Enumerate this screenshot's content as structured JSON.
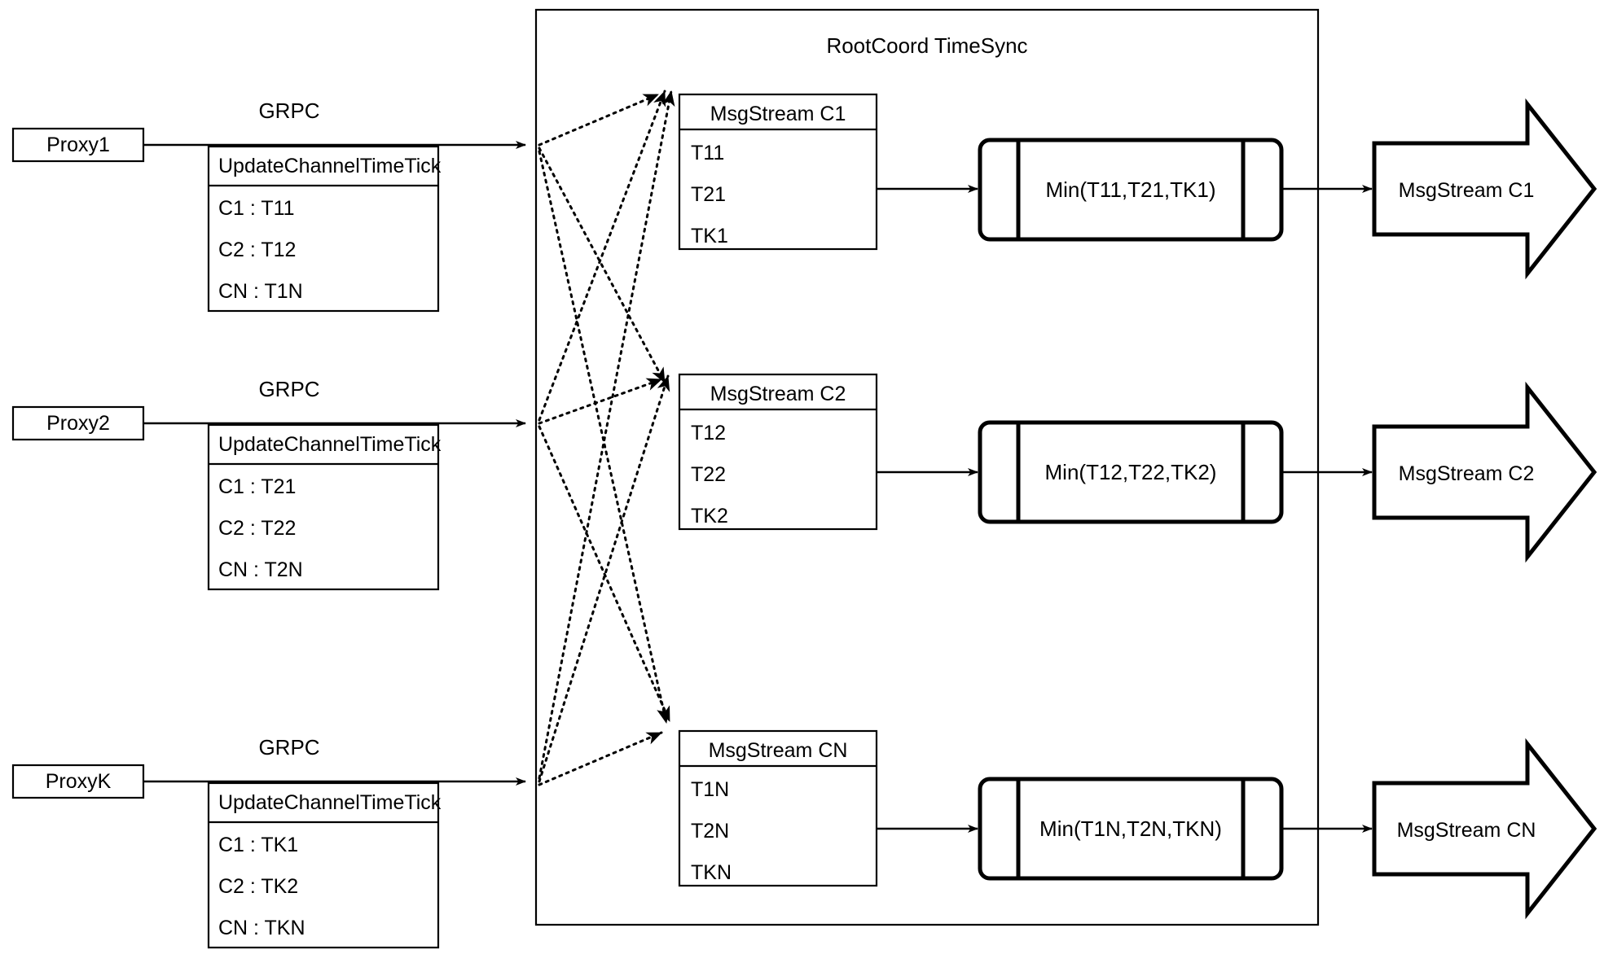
{
  "diagram": {
    "title": "RootCoord TimeSync",
    "container_label": "RootCoord TimeSync",
    "proxies": [
      {
        "name": "Proxy1",
        "link_label": "GRPC",
        "request": {
          "header": "UpdateChannelTimeTick",
          "rows": [
            "C1 :  T11",
            "C2 :  T12",
            "CN : T1N"
          ]
        }
      },
      {
        "name": "Proxy2",
        "link_label": "GRPC",
        "request": {
          "header": "UpdateChannelTimeTick",
          "rows": [
            "C1 :  T21",
            "C2 :  T22",
            "CN : T2N"
          ]
        }
      },
      {
        "name": "ProxyK",
        "link_label": "GRPC",
        "request": {
          "header": "UpdateChannelTimeTick",
          "rows": [
            "C1 :  TK1",
            "C2 :  TK2",
            "CN : TKN"
          ]
        }
      }
    ],
    "channels": [
      {
        "stream": {
          "header": "MsgStream C1",
          "rows": [
            "T11",
            "T21",
            "TK1"
          ]
        },
        "process": "Min(T11,T21,TK1)",
        "output": "MsgStream C1"
      },
      {
        "stream": {
          "header": "MsgStream C2",
          "rows": [
            "T12",
            "T22",
            "TK2"
          ]
        },
        "process": "Min(T12,T22,TK2)",
        "output": "MsgStream C2"
      },
      {
        "stream": {
          "header": "MsgStream CN",
          "rows": [
            "T1N",
            "T2N",
            "TKN"
          ]
        },
        "process": "Min(T1N,T2N,TKN)",
        "output": "MsgStream CN"
      }
    ],
    "colors": {
      "stroke": "#000000",
      "fill": "#ffffff",
      "text": "#000000"
    }
  }
}
